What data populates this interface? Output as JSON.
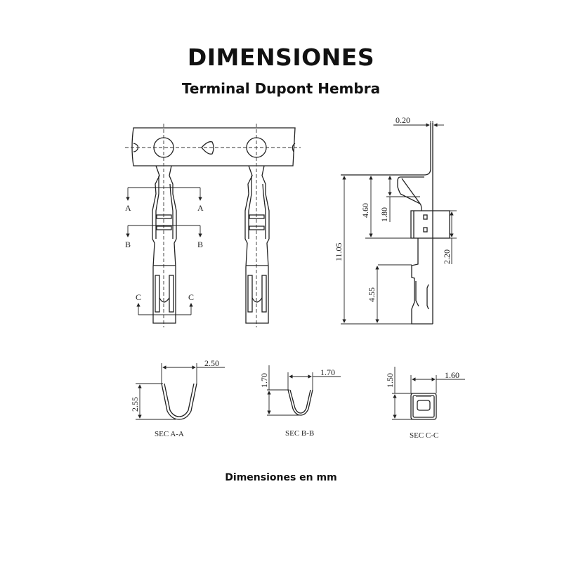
{
  "header": {
    "title": "DIMENSIONES",
    "subtitle": "Terminal Dupont Hembra"
  },
  "footer": {
    "note": "Dimensiones en mm"
  },
  "front_view": {
    "section_labels": {
      "a": "A",
      "b": "B",
      "c": "C"
    }
  },
  "side_view": {
    "dimensions": {
      "thickness": "0.20",
      "total_length": "11.05",
      "d1": "4.60",
      "d2": "1.80",
      "d3": "2.20",
      "d4": "4.55"
    }
  },
  "sections": [
    {
      "label": "SEC A-A",
      "width": "2.50",
      "height": "2.55"
    },
    {
      "label": "SEC B-B",
      "width": "1.70",
      "height": "1.70"
    },
    {
      "label": "SEC C-C",
      "width": "1.60",
      "height": "1.50"
    }
  ]
}
